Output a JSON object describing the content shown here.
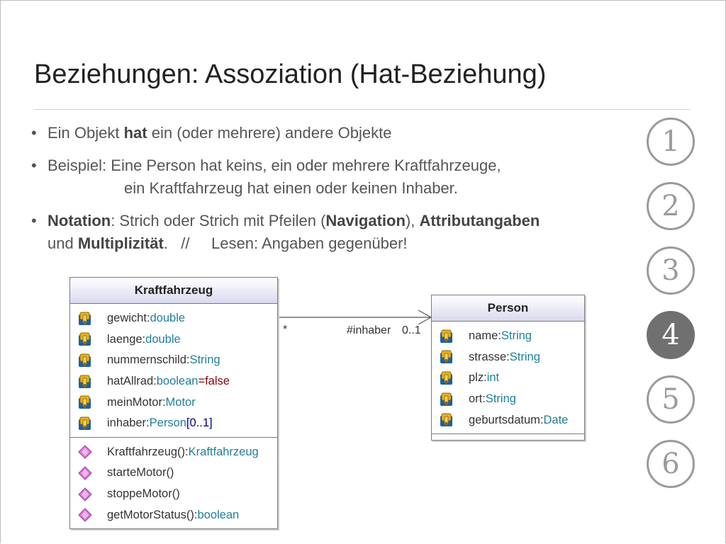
{
  "title": "Beziehungen: Assoziation (Hat-Beziehung)",
  "bullets": {
    "b1": {
      "pre": "Ein Objekt ",
      "bold": "hat",
      "post": " ein (oder mehrere) andere Objekte"
    },
    "b2": {
      "line1": "Beispiel: Eine Person hat keins, ein oder mehrere Kraftfahrzeuge,",
      "line2": "ein Kraftfahrzeug hat einen oder keinen Inhaber."
    },
    "b3": {
      "bold1": "Notation",
      "t1": ": Strich oder Strich mit Pfeilen (",
      "bold2": "Navigation",
      "t2": "), ",
      "bold3": "Attributangaben",
      "t3": "und ",
      "bold4": "Multiplizität",
      "t4": ".   //     Lesen: Angaben gegenüber!"
    }
  },
  "bullet_char": "•",
  "numbers": [
    {
      "label": "1",
      "active": false
    },
    {
      "label": "2",
      "active": false
    },
    {
      "label": "3",
      "active": false
    },
    {
      "label": "4",
      "active": true
    },
    {
      "label": "5",
      "active": false
    },
    {
      "label": "6",
      "active": false
    }
  ],
  "kfz": {
    "name": "Kraftfahrzeug",
    "attributes": [
      {
        "name": "gewicht:",
        "type": "double"
      },
      {
        "name": "laenge:",
        "type": "double"
      },
      {
        "name": "nummernschild:",
        "type": "String"
      },
      {
        "name": "hatAllrad:",
        "type": "boolean",
        "extra": "=false"
      },
      {
        "name": "meinMotor:",
        "type": "Motor"
      },
      {
        "name": "inhaber:",
        "type": "Person",
        "extra": "[0..1]"
      }
    ],
    "operations": [
      {
        "name": "Kraftfahrzeug():",
        "type": "Kraftfahrzeug"
      },
      {
        "name": "starteMotor()",
        "type": ""
      },
      {
        "name": "stoppeMotor()",
        "type": ""
      },
      {
        "name": "getMotorStatus():",
        "type": "boolean"
      }
    ]
  },
  "person": {
    "name": "Person",
    "attributes": [
      {
        "name": "name:",
        "type": "String"
      },
      {
        "name": "strasse:",
        "type": "String"
      },
      {
        "name": "plz:",
        "type": "int"
      },
      {
        "name": "ort:",
        "type": "String"
      },
      {
        "name": "geburtsdatum:",
        "type": "Date"
      }
    ]
  },
  "association": {
    "source_mult": "*",
    "target_role": "#inhaber",
    "target_mult": "0..1"
  },
  "colors": {
    "type": "#1e7f9a",
    "keyword": "#8b0000",
    "active_num": "#707070"
  },
  "icons": {
    "attribute": "field-key-icon",
    "operation": "method-diamond-icon"
  }
}
